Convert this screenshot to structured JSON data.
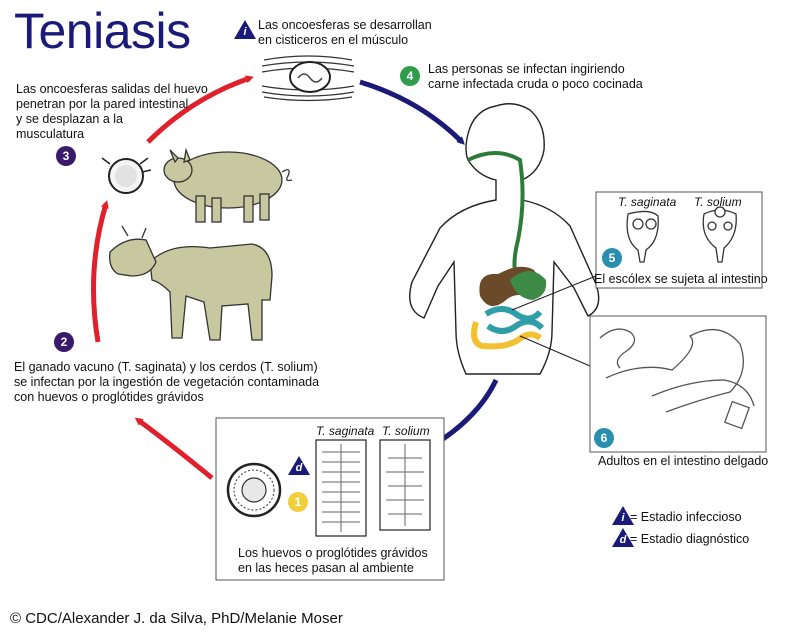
{
  "title": "Teniasis",
  "credit": "© CDC/Alexander J. da Silva, PhD/Melanie Moser",
  "steps": {
    "s1": {
      "number": "1",
      "text": [
        "Los huevos o proglótides grávidos",
        "en las heces pasan al ambiente"
      ]
    },
    "s2": {
      "number": "2",
      "text": [
        "El ganado vacuno (T. saginata) y los cerdos (T. solium)",
        "se infectan por la ingestión de vegetación contaminada",
        "con huevos o proglótides grávidos"
      ]
    },
    "s3": {
      "number": "3",
      "text": [
        "Las oncoesferas salidas del huevo",
        "penetran por la pared intestinal",
        "y se desplazan a la",
        "musculatura"
      ]
    },
    "s4": {
      "number": "4",
      "text": [
        "Las personas se infectan ingiriendo",
        "carne infectada cruda o poco cocinada"
      ]
    },
    "s5": {
      "number": "5",
      "text": [
        "El escólex se sujeta al intestino"
      ]
    },
    "s6": {
      "number": "6",
      "text": [
        "Adultos en el intestino delgado"
      ]
    },
    "cyst": {
      "badge": "i",
      "text": [
        "Las oncoesferas se desarrollan",
        "en cisticeros en el músculo"
      ]
    }
  },
  "species": {
    "saginata": "T. saginata",
    "solium": "T. solium"
  },
  "legend": {
    "infective": {
      "symbol": "i",
      "label": "=   Estadio infeccioso"
    },
    "diagnostic": {
      "symbol": "d",
      "label": "=   Estadio diagnóstico"
    }
  },
  "colors": {
    "title": "#1a1a78",
    "red_arrow": "#e0202a",
    "blue_arrow": "#1a1a78",
    "animal": "#c8c8a0"
  }
}
